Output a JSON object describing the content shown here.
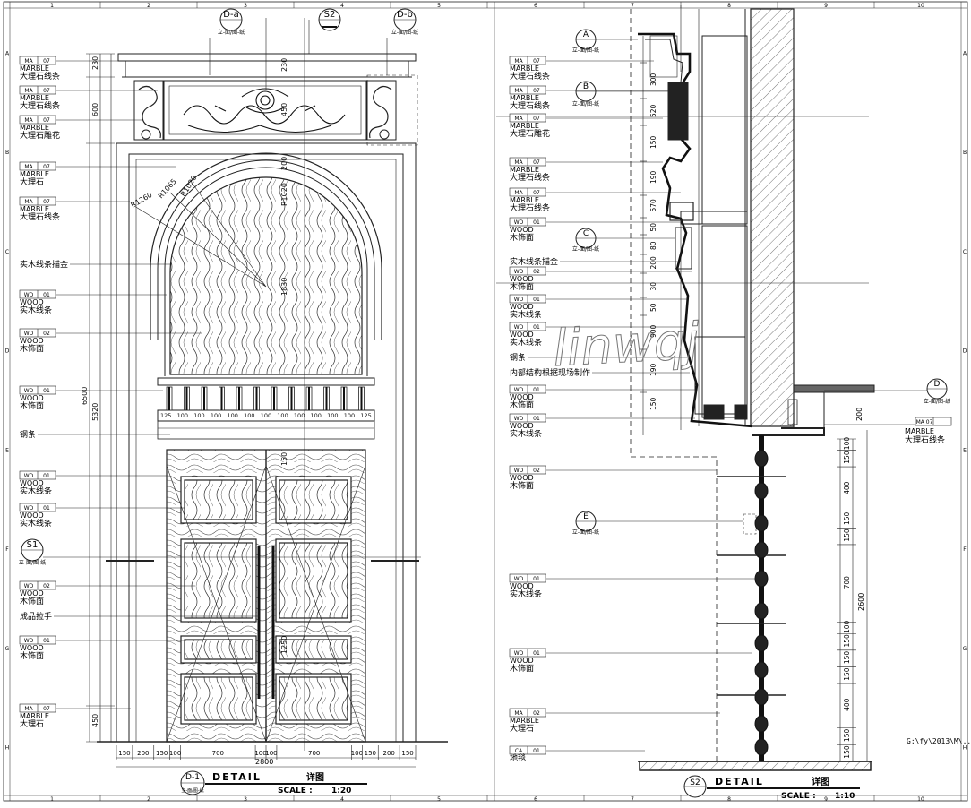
{
  "grid": {
    "top": [
      "1",
      "2",
      "3",
      "4",
      "5",
      "6",
      "7",
      "8",
      "9",
      "10"
    ],
    "bottom": [
      "1",
      "2",
      "3",
      "4",
      "5",
      "6",
      "7",
      "8",
      "9",
      "10"
    ],
    "right_top": [
      "A",
      "B",
      "C",
      "D",
      "E",
      "F",
      "G",
      "H"
    ],
    "right_bottom": [
      "A",
      "B",
      "C",
      "D",
      "E",
      "F",
      "G",
      "H"
    ]
  },
  "elevation": {
    "callouts": {
      "d_a": {
        "id": "D-a",
        "sheet": "立-面/图-纸"
      },
      "s2": {
        "id": "S2",
        "sheet": ""
      },
      "d_b": {
        "id": "D-b",
        "sheet": "立-面/图-纸"
      },
      "s1": {
        "id": "S1",
        "sheet": "立-面/图-纸"
      }
    },
    "labels": [
      {
        "code": "MA 07",
        "en": "MARBLE",
        "cn": "大理石线条"
      },
      {
        "code": "MA 07",
        "en": "MARBLE",
        "cn": "大理石线条"
      },
      {
        "code": "MA 07",
        "en": "MARBLE",
        "cn": "大理石雕花"
      },
      {
        "code": "MA 07",
        "en": "MARBLE",
        "cn": "大理石"
      },
      {
        "code": "MA 07",
        "en": "MARBLE",
        "cn": "大理石线条"
      },
      {
        "code": "",
        "en": "",
        "cn": "实木线条描金"
      },
      {
        "code": "WD 01",
        "en": "WOOD",
        "cn": "实木线条"
      },
      {
        "code": "WD 02",
        "en": "WOOD",
        "cn": "木饰面"
      },
      {
        "code": "WD 01",
        "en": "WOOD",
        "cn": "木饰面"
      },
      {
        "code": "",
        "en": "",
        "cn": "钢条"
      },
      {
        "code": "WD 01",
        "en": "WOOD",
        "cn": "实木线条"
      },
      {
        "code": "WD 01",
        "en": "WOOD",
        "cn": "实木线条"
      },
      {
        "code": "WD 02",
        "en": "WOOD",
        "cn": "木饰面"
      },
      {
        "code": "",
        "en": "",
        "cn": "成品拉手"
      },
      {
        "code": "WD 01",
        "en": "WOOD",
        "cn": "木饰面"
      },
      {
        "code": "MA 07",
        "en": "MARBLE",
        "cn": "大理石"
      }
    ],
    "left_dims": [
      "230",
      "600",
      "6500",
      "5320",
      "450"
    ],
    "bottom_dims": [
      "150",
      "200",
      "150",
      "100",
      "700",
      "100",
      "100",
      "700",
      "100",
      "150",
      "200",
      "150"
    ],
    "total_width": "2800",
    "arc_dims": [
      "R1260",
      "R1065",
      "R1020"
    ],
    "center_dims": [
      "230",
      "450",
      "200",
      "R1020",
      "1830",
      "150",
      "1250"
    ],
    "baluster_dims": [
      "125",
      "100",
      "100",
      "100",
      "100",
      "100",
      "100",
      "100",
      "100",
      "100",
      "100",
      "100",
      "125"
    ],
    "title": {
      "id": "D-1",
      "sub": "立-面/图-纸",
      "en": "DETAIL",
      "cn": "详图",
      "scale_label": "SCALE :",
      "scale": "1:20"
    }
  },
  "section": {
    "callouts": {
      "a": {
        "id": "A",
        "sheet": "立-面/图-纸"
      },
      "b": {
        "id": "B",
        "sheet": "立-面/图-纸"
      },
      "c": {
        "id": "C",
        "sheet": "立-面/图-纸"
      },
      "d": {
        "id": "D",
        "sheet": "立-面/图-纸"
      },
      "e": {
        "id": "E",
        "sheet": "立-面/图-纸"
      }
    },
    "labels": [
      {
        "code": "MA 07",
        "en": "MARBLE",
        "cn": "大理石线条"
      },
      {
        "code": "MA 07",
        "en": "MARBLE",
        "cn": "大理石线条"
      },
      {
        "code": "MA 07",
        "en": "MARBLE",
        "cn": "大理石雕花"
      },
      {
        "code": "MA 07",
        "en": "MARBLE",
        "cn": "大理石线条"
      },
      {
        "code": "MA 07",
        "en": "MARBLE",
        "cn": "大理石线条"
      },
      {
        "code": "WD 01",
        "en": "WOOD",
        "cn": "木饰面"
      },
      {
        "code": "",
        "en": "",
        "cn": "实木线条描金"
      },
      {
        "code": "WD 02",
        "en": "WOOD",
        "cn": "木饰面"
      },
      {
        "code": "WD 01",
        "en": "WOOD",
        "cn": "实木线条"
      },
      {
        "code": "WD 01",
        "en": "WOOD",
        "cn": "实木线条"
      },
      {
        "code": "",
        "en": "",
        "cn": "钢条"
      },
      {
        "code": "",
        "en": "",
        "cn": "内部结构根据现场制作"
      },
      {
        "code": "WD 01",
        "en": "WOOD",
        "cn": "木饰面"
      },
      {
        "code": "WD 01",
        "en": "WOOD",
        "cn": "实木线条"
      },
      {
        "code": "WD 02",
        "en": "WOOD",
        "cn": "木饰面"
      },
      {
        "code": "WD 01",
        "en": "WOOD",
        "cn": "实木线条"
      },
      {
        "code": "WD 01",
        "en": "WOOD",
        "cn": "木饰面"
      },
      {
        "code": "MA 02",
        "en": "MARBLE",
        "cn": "大理石"
      },
      {
        "code": "CA 01",
        "en": "",
        "cn": "地毯"
      }
    ],
    "right_label": {
      "code": "MA 07",
      "en": "MARBLE",
      "cn": "大理石线条"
    },
    "vert_dims": [
      "300",
      "520",
      "150",
      "190",
      "570",
      "50",
      "80",
      "200",
      "30",
      "50",
      "900",
      "190",
      "150"
    ],
    "right_dims": [
      "100",
      "150",
      "400",
      "150",
      "150",
      "700",
      "100",
      "150",
      "150",
      "150",
      "400",
      "150",
      "150"
    ],
    "total_right": "2600",
    "wall_right_dim": "200",
    "title": {
      "id": "S2",
      "en": "DETAIL",
      "cn": "详图",
      "scale_label": "SCALE :",
      "scale": "1:10"
    }
  },
  "file_path": "G:\\fy\\2013\\M\\...",
  "watermark": "linwqj"
}
